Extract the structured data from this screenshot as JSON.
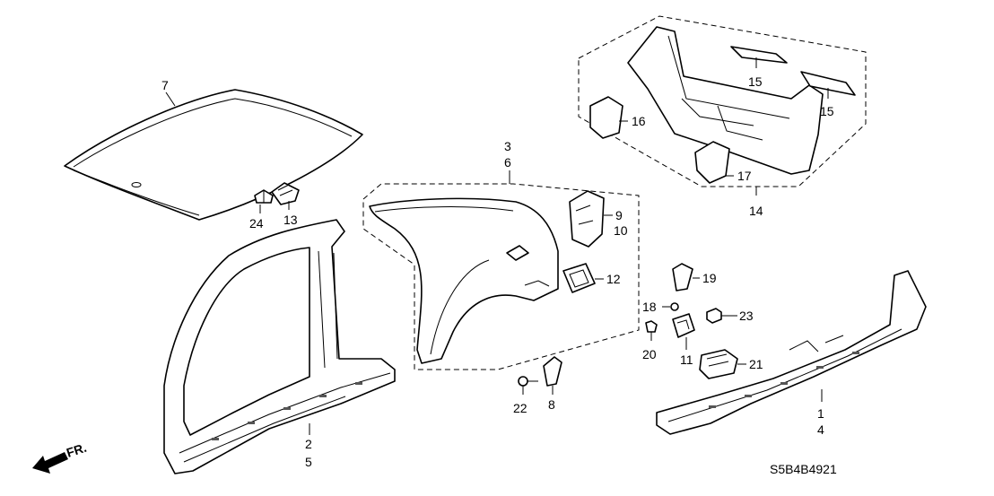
{
  "diagram_code": "S5B4B4921",
  "direction_label": "FR.",
  "callouts": {
    "c1": "1",
    "c2": "2",
    "c3": "3",
    "c4": "4",
    "c5": "5",
    "c6": "6",
    "c7": "7",
    "c8": "8",
    "c9": "9",
    "c10": "10",
    "c11": "11",
    "c12": "12",
    "c13": "13",
    "c14": "14",
    "c15a": "15",
    "c15b": "15",
    "c16": "16",
    "c17": "17",
    "c18": "18",
    "c19": "19",
    "c20": "20",
    "c21": "21",
    "c22": "22",
    "c23": "23",
    "c24": "24"
  }
}
